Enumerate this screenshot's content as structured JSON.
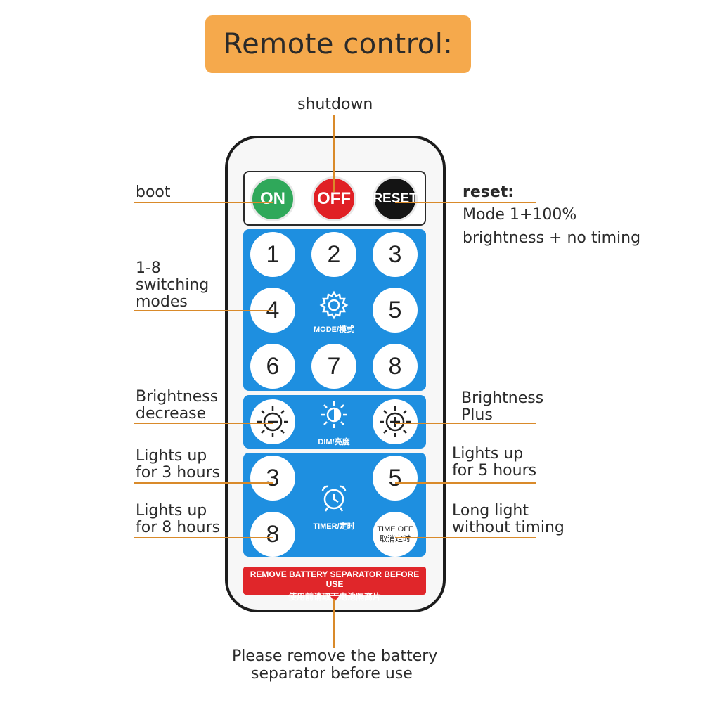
{
  "title": "Remote control:",
  "labels": {
    "shutdown": "shutdown",
    "boot": "boot",
    "reset_title": "reset:",
    "reset_line1": "Mode 1+100%",
    "reset_line2": "brightness + no timing",
    "modes_line1": "1-8",
    "modes_line2": "switching",
    "modes_line3": "modes",
    "bright_dec_line1": "Brightness",
    "bright_dec_line2": "decrease",
    "bright_plus_line1": "Brightness",
    "bright_plus_line2": "Plus",
    "lights3_line1": "Lights up",
    "lights3_line2": "for 3 hours",
    "lights5_line1": "Lights up",
    "lights5_line2": "for 5 hours",
    "lights8_line1": "Lights up",
    "lights8_line2": "for 8 hours",
    "long_line1": "Long light",
    "long_line2": "without timing",
    "battery_line1": "Please remove the battery",
    "battery_line2": "separator before use"
  },
  "remote": {
    "on": "ON",
    "off": "OFF",
    "reset": "RESET",
    "mode_buttons": [
      "1",
      "2",
      "3",
      "4",
      "5",
      "6",
      "7",
      "8"
    ],
    "mode_caption": "MODE/模式",
    "dim_caption": "DIM/亮度",
    "timer_3": "3",
    "timer_5": "5",
    "timer_8": "8",
    "timer_caption": "TIMER/定时",
    "time_off_line1": "TIME OFF",
    "time_off_line2": "取消定时",
    "strip_line1": "REMOVE BATTERY SEPARATOR BEFORE USE",
    "strip_line2": "使用前请取下电池隔离片"
  },
  "icons": {
    "mode": "gear-icon",
    "dim": "sun-half-icon",
    "timer": "alarm-clock-icon",
    "minus": "sun-minus-icon",
    "plus": "sun-plus-icon"
  },
  "colors": {
    "title_bg": "#f5a94c",
    "leader_lines": "#d98a2a",
    "panel_blue": "#1e8fe0",
    "on_green": "#2fa85a",
    "off_red": "#e02025",
    "reset_black": "#141414",
    "strip_red": "#e0262a"
  }
}
